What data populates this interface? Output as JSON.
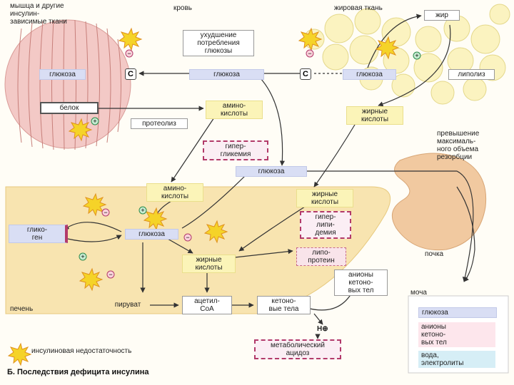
{
  "labels": {
    "muscle": "мышца и другие\nинсулин-\nзависимые ткани",
    "blood": "кровь",
    "adipose": "жировая ткань",
    "fat": "жир",
    "impaired_uptake": "ухудшение\nпотребления\nглюкозы",
    "glucose_muscle": "глюкоза",
    "c1": "C",
    "glucose_blood": "глюкоза",
    "c2": "C",
    "glucose_fat": "глюкоза",
    "lipolysis": "липолиз",
    "protein": "белок",
    "amino_acids_top": "амино-\nкислоты",
    "proteolysis": "протеолиз",
    "fatty_acids_top": "жирные\nкислоты",
    "exceed_max": "превышение\nмаксималь-\nного объема\nрезорбции",
    "hyperglycemia": "гипер-\nгликемия",
    "glucose_mid": "глюкоза",
    "amino_acids_liver": "амино-\nкислоты",
    "fatty_acids_liver_top": "жирные\nкислоты",
    "hyperlipidemia": "гипер-\nлипи-\nдемия",
    "glycogen": "глико-\nген",
    "glucose_liver": "глюкоза",
    "fatty_acids_liver": "жирные\nкислоты",
    "lipoprotein": "липо-\nпротеин",
    "kidney": "почка",
    "anions_ketone": "анионы\nкетоно-\nвых тел",
    "pyruvate": "пируват",
    "acetyl_coa": "ацетил-\nCoA",
    "ketone_bodies": "кетоно-\nвые тела",
    "h_plus": "H⊕",
    "liver": "печень",
    "urine": "моча",
    "urine_glucose": "глюкоза",
    "urine_anions": "анионы\nкетоно-\nвых тел",
    "urine_water": "вода,\nэлектролиты",
    "metabolic_acidosis": "метаболический\nацидоз",
    "legend_insulin": "инсулиновая недостаточность",
    "caption": "Б. Последствия дефицита инсулина"
  },
  "colors": {
    "muscle_fill": "#f3c9c6",
    "fat_fill": "#fbf3c0",
    "liver_fill": "#f8e4b0",
    "kidney_fill": "#f1c9a0",
    "burst": "#f5d328",
    "glucose_blue": "#d9def4",
    "acid_yellow": "#fbf4b8",
    "magenta": "#b23a6a"
  }
}
